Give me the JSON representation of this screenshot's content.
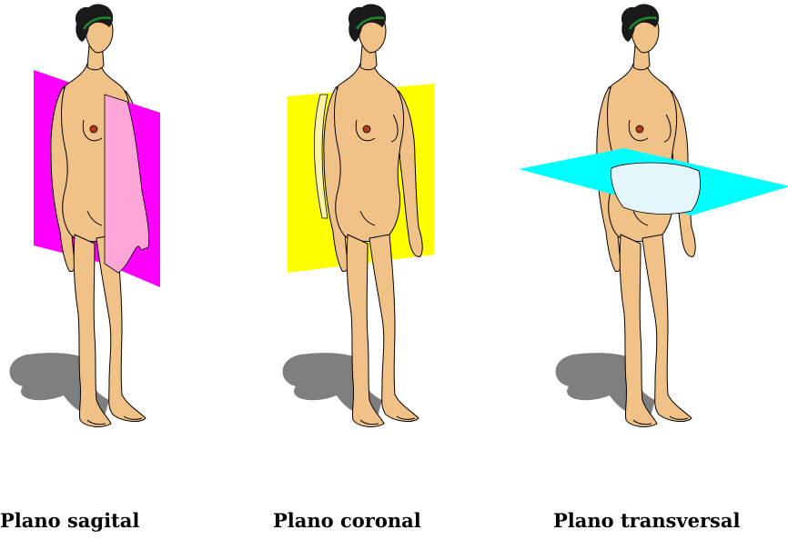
{
  "panels": [
    {
      "caption": "Plano sagital",
      "plane": "sagital",
      "plane_color": "#ff00ff",
      "plane_overlap_color": "#ffa6d9"
    },
    {
      "caption": "Plano coronal",
      "plane": "coronal",
      "plane_color": "#ffff00",
      "plane_overlap_color": "#fff3a8"
    },
    {
      "caption": "Plano transversal",
      "plane": "transversal",
      "plane_color": "#00ffff",
      "plane_overlap_color": "#e4f6fb"
    }
  ],
  "colors": {
    "skin": "#f0c287",
    "hair": "#1a1a1a",
    "headband": "#1f8a2a",
    "nipple": "#b63a1c",
    "shadow": "#7f7f7f",
    "outline": "#000000"
  }
}
